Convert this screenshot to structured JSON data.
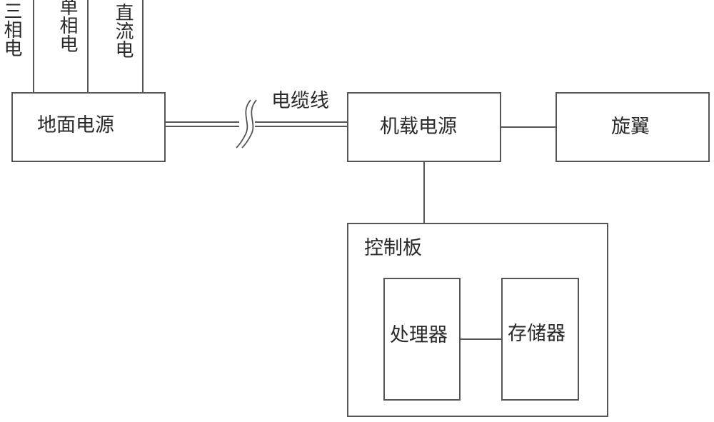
{
  "inputs": [
    {
      "label": "三相电"
    },
    {
      "label": "单相电"
    },
    {
      "label": "直流电"
    }
  ],
  "blocks": {
    "ground_power": "地面电源",
    "cable": "电缆线",
    "onboard_power": "机载电源",
    "rotor": "旋翼",
    "control_board": "控制板",
    "processor": "处理器",
    "memory": "存储器"
  },
  "colors": {
    "stroke": "#555555",
    "text": "#2a2a2a"
  }
}
